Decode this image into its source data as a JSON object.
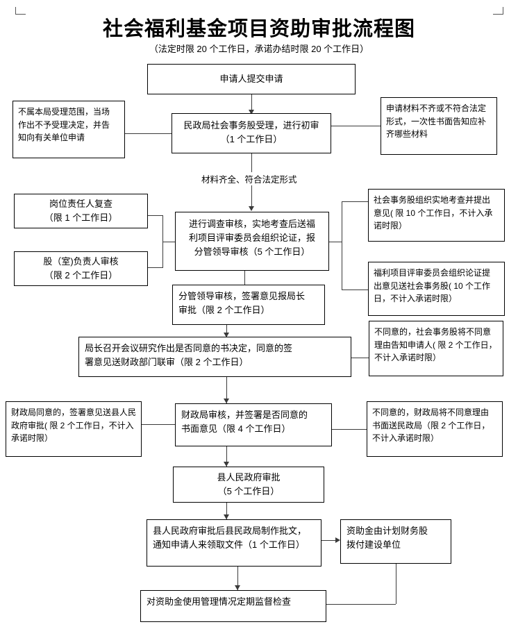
{
  "document": {
    "title": "社会福利基金项目资助审批流程图",
    "subtitle": "（法定时限 20 个工作日，承诺办结时限 20 个工作日）"
  },
  "edge_labels": {
    "materials_complete": "材料齐全、符合法定形式"
  },
  "nodes": {
    "applicant_submit": "申请人提交申请",
    "civil_affairs_accept": "民政局社会事务股受理，进行初审\n（1 个工作日）",
    "out_of_scope": "不属本局受理范围，当场\n作出不予受理决定，并告\n知向有关单位申请",
    "materials_incomplete": "申请材料不齐或不符合法定\n形式，一次性书面告知应补\n齐哪些材料",
    "post_holder_recheck": "岗位责任人复查\n（限 1 个工作日）",
    "section_head_review": "股（室)负责人审核\n（限 2 个工作日）",
    "investigation_review": "进行调查审核，实地考查后送福\n利项目评审委员会组织论证，报\n分管领导审核（5 个工作日）",
    "social_affairs_onsite": "社会事务股组织实地考查并提出\n意见( 限 10 个工作日，不计入承\n诺时限）",
    "welfare_committee_opinion": "福利项目评审委员会组织论证提\n出意见送社会事务股( 10 个工作\n日，不计入承诺时限）",
    "deputy_leader_review": "分管领导审核，签署意见报局长\n审批（限 2 个工作日）",
    "director_meeting": "局长召开会议研究作出是否同意的书决定，同意的签\n署意见送财政部门联审（限 2 个工作日）",
    "disagree_notify_applicant": "不同意的，社会事务股将不同意\n理由告知申请人( 限 2 个工作日，\n不计入承诺时限）",
    "finance_agree": "财政局同意的，签署意见送县人民\n政府审批( 限 2 个工作日，不计入\n承诺时限）",
    "finance_review": "财政局审核，并签署是否同意的\n书面意见（限 4 个工作日）",
    "finance_disagree": "不同意的，财政局将不同意理由\n书面送民政局（限 2 个工作日，\n不计入承诺时限）",
    "county_gov_approval": "县人民政府审批\n（5 个工作日）",
    "make_document": "县人民政府审批后县民政局制作批文，\n通知申请人来领取文件（1 个工作日）",
    "fund_disbursement": "资助金由计划财务股\n拨付建设单位",
    "supervision_check": "对资助金使用管理情况定期监督检查"
  },
  "colors": {
    "border": "#000000",
    "line": "#3a3a3a",
    "background": "#ffffff",
    "text": "#000000"
  }
}
